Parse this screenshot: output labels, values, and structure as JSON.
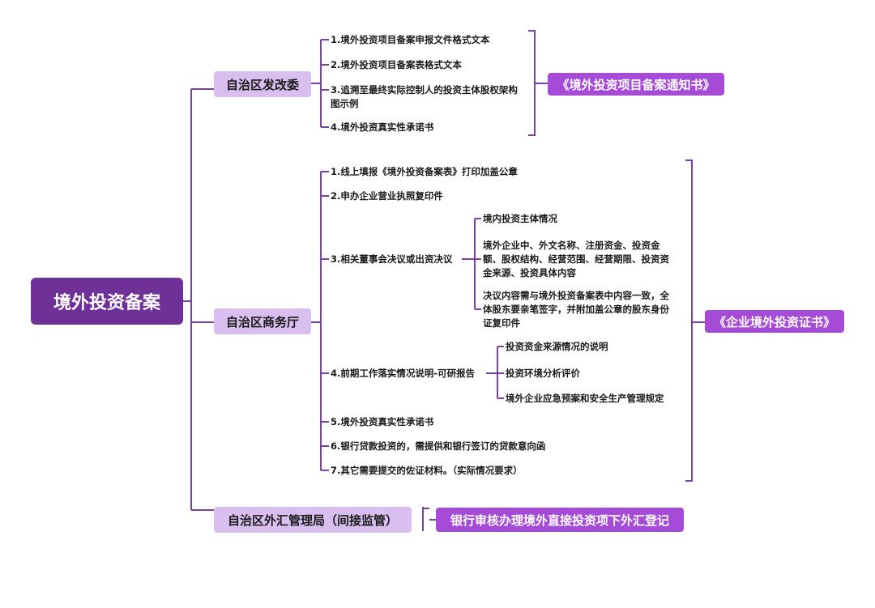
{
  "root": "境外投资备案",
  "branches": {
    "fgw": {
      "label": "自治区发改委",
      "items": [
        "1.境外投资项目备案申报文件格式文本",
        "2.境外投资项目备案表格式文本",
        "3.追溯至最终实际控制人的投资主体股权架构图示例",
        "4.境外投资真实性承诺书"
      ],
      "outcome": "《境外投资项目备案通知书》"
    },
    "swt": {
      "label": "自治区商务厅",
      "items": [
        "1.线上填报《境外投资备案表》打印加盖公章",
        "2.申办企业营业执照复印件",
        "3.相关董事会决议或出资决议",
        "4.前期工作落实情况说明-可研报告",
        "5.境外投资真实性承诺书",
        "6.银行贷款投资的，需提供和银行签订的贷款意向函",
        "7.其它需要提交的佐证材料。（实际情况要求）"
      ],
      "item3_children": [
        "境内投资主体情况",
        "境外企业中、外文名称、注册资金、投资金额、股权结构、经营范围、经营期限、投资资金来源、投资具体内容",
        "决议内容需与境外投资备案表中内容一致，全体股东要亲笔签字，并附加盖公章的股东身份证复印件"
      ],
      "item4_children": [
        "投资资金来源情况的说明",
        "投资环境分析评价",
        "境外企业应急预案和安全生产管理规定"
      ],
      "outcome": "《企业境外投资证书》"
    },
    "whj": {
      "label": "自治区外汇管理局（间接监管）",
      "outcome": "银行审核办理境外直接投资项下外汇登记"
    }
  },
  "colors": {
    "root": "#6f3198",
    "branch": "#d9bff0",
    "outcome": "#a64ad8",
    "line": "#7b3fa8"
  }
}
